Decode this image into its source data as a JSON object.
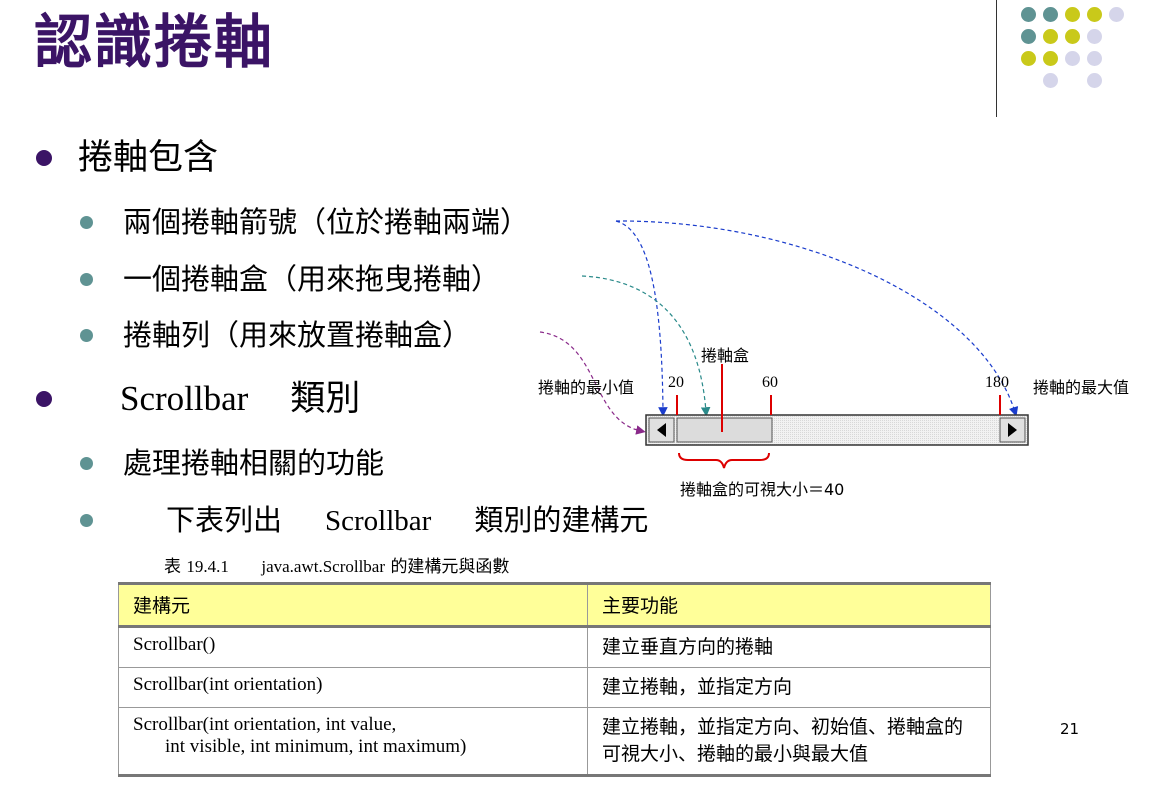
{
  "slide": {
    "title": "認識捲軸",
    "page_number": "21"
  },
  "bullets": {
    "b1": "捲軸包含",
    "b1_items": [
      "兩個捲軸箭號（位於捲軸兩端）",
      "一個捲軸盒（用來拖曳捲軸）",
      "捲軸列（用來放置捲軸盒）"
    ],
    "b2_latin": "Scrollbar",
    "b2_cjk": "類別",
    "b2_items_0": "處理捲軸相關的功能",
    "b2_item1_pre": "下表列出",
    "b2_item1_latin": "Scrollbar",
    "b2_item1_post": "類別的建構元"
  },
  "diagram": {
    "label_thumb": "捲軸盒",
    "label_min": "捲軸的最小值",
    "label_max": "捲軸的最大值",
    "tick_20": "20",
    "tick_60": "60",
    "tick_180": "180",
    "visible_label": "捲軸盒的可視大小＝40"
  },
  "table": {
    "caption_prefix": "表",
    "caption_num": "19.4.1",
    "caption_class": "java.awt.Scrollbar",
    "caption_suffix": "的建構元與函數",
    "header_ctor": "建構元",
    "header_func": "主要功能",
    "rows": [
      {
        "ctor": "Scrollbar()",
        "ctor2": "",
        "func": "建立垂直方向的捲軸"
      },
      {
        "ctor": "Scrollbar(int orientation)",
        "ctor2": "",
        "func": "建立捲軸，並指定方向"
      },
      {
        "ctor": "Scrollbar(int orientation, int value,",
        "ctor2": "int visible, int minimum, int maximum)",
        "func": "建立捲軸，並指定方向、初始值、捲軸盒的可視大小、捲軸的最小與最大值"
      }
    ]
  },
  "colors": {
    "title": "#3b1466",
    "teal": "#5f9393",
    "yellow": "#c9c91a",
    "lavender": "#d5d5ea",
    "header_bg": "#ffff99"
  }
}
